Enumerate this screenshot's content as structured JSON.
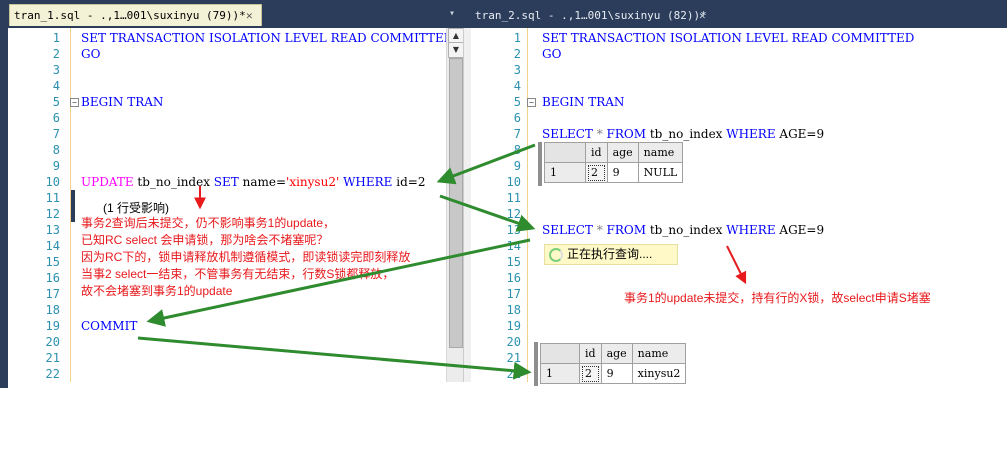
{
  "tabs": {
    "left": {
      "title": "tran_1.sql - .,1…001\\suxinyu (79))*",
      "close": "✕"
    },
    "right": {
      "title": "tran_2.sql - .,1…001\\suxinyu (82))*",
      "close": "✕"
    },
    "dropdown": "▾"
  },
  "line_numbers": [
    "1",
    "2",
    "3",
    "4",
    "5",
    "6",
    "7",
    "8",
    "9",
    "10",
    "11",
    "12",
    "13",
    "14",
    "15",
    "16",
    "17",
    "18",
    "19",
    "20",
    "21",
    "22"
  ],
  "left_editor": {
    "l1": "SET TRANSACTION ISOLATION LEVEL READ COMMITTED",
    "l2": "GO",
    "l5": "BEGIN TRAN",
    "l10_kw": "UPDATE",
    "l10_a": " tb_no_index ",
    "l10_set": "SET",
    "l10_b": " name=",
    "l10_str": "'xinysu2'",
    "l10_c": " ",
    "l10_where": "WHERE",
    "l10_d": " id=2",
    "result": "(1 行受影响)",
    "l19": "COMMIT"
  },
  "right_editor": {
    "l1": "SET TRANSACTION ISOLATION LEVEL READ COMMITTED",
    "l2": "GO",
    "l5": "BEGIN TRAN",
    "l7_kw": "SELECT",
    "l7_star": " * ",
    "l7_from": "FROM",
    "l7_tbl": " tb_no_index ",
    "l7_where": "WHERE",
    "l7_cond": " AGE=9",
    "l13_kw": "SELECT",
    "l13_star": " * ",
    "l13_from": "FROM",
    "l13_tbl": " tb_no_index ",
    "l13_where": "WHERE",
    "l13_cond": " AGE=9",
    "executing": "正在执行查询...."
  },
  "grid1": {
    "headers": [
      "id",
      "age",
      "name"
    ],
    "row": [
      "1",
      "2",
      "9",
      "NULL"
    ]
  },
  "grid2": {
    "headers": [
      "id",
      "age",
      "name"
    ],
    "row": [
      "1",
      "2",
      "9",
      "xinysu2"
    ]
  },
  "annotations": {
    "left1": "事务2查询后未提交，仍不影响事务1的update，",
    "left2": "已知RC select 会申请锁，那为啥会不堵塞呢？",
    "left3": "因为RC下的，锁申请释放机制遵循模式，即读锁读完即刻释放",
    "left4": "当事2 select一结束，不管事务有无结束，行数S锁都释放，",
    "left5": "故不会堵塞到事务1的update",
    "right1": "事务1的update未提交，持有行的X锁，故select申请S堵塞"
  },
  "colors": {
    "keyword": "#0000ff",
    "function_kw": "#ff00ff",
    "string": "#ff0000",
    "annotation": "#e8191c",
    "arrow_green": "#2e8b2e",
    "tab_bg": "#2b3d5a"
  }
}
